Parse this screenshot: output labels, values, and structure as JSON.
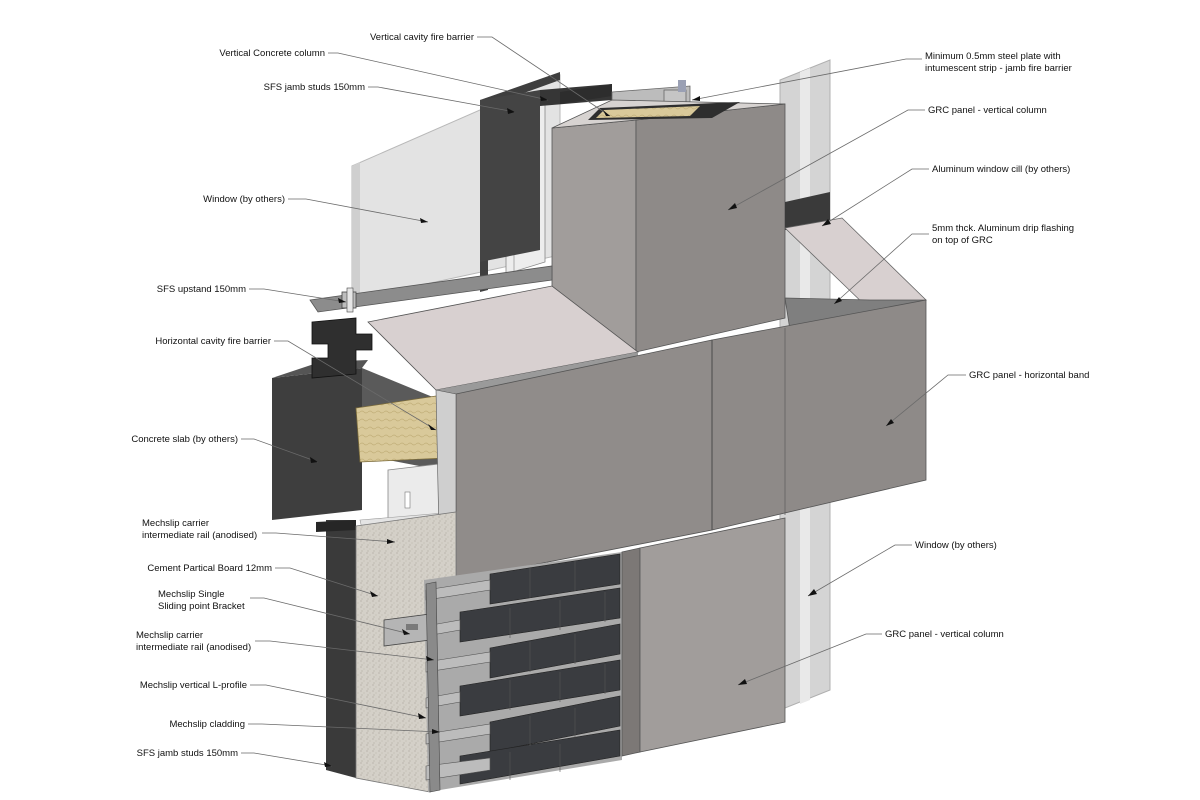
{
  "diagram": {
    "labels": {
      "vertical_cavity_fire_barrier": "Vertical cavity fire barrier",
      "vertical_concrete_column": "Vertical Concrete column",
      "sfs_jamb_studs_top": "SFS jamb studs 150mm",
      "window_left": "Window (by others)",
      "sfs_upstand": "SFS upstand 150mm",
      "horizontal_cavity_fire_barrier": "Horizontal cavity fire barrier",
      "concrete_slab": "Concrete slab (by others)",
      "mechslip_carrier_rail_top": [
        "Mechslip carrier",
        "intermediate rail (anodised)"
      ],
      "cement_particle_board": "Cement Partical Board 12mm",
      "mechslip_single_bracket": [
        "Mechslip Single",
        "Sliding point Bracket"
      ],
      "mechslip_carrier_rail_bottom": [
        "Mechslip carrier",
        "intermediate rail (anodised)"
      ],
      "mechslip_vertical_l_profile": "Mechslip vertical L-profile",
      "mechslip_cladding": "Mechslip cladding",
      "sfs_jamb_studs_bottom": "SFS jamb studs 150mm",
      "steel_plate": [
        "Minimum 0.5mm steel plate with",
        "intumescent strip - jamb fire barrier"
      ],
      "grc_vertical_column_top": "GRC panel - vertical column",
      "aluminium_window_cill": "Aluminum window cill (by others)",
      "drip_flashing": [
        "5mm thck. Aluminum drip flashing",
        "on top of GRC"
      ],
      "grc_horizontal_band": "GRC panel - horizontal band",
      "window_right": "Window (by others)",
      "grc_vertical_column_bottom": "GRC panel - vertical column"
    },
    "colors": {
      "grc_panel": "#9c9896",
      "grc_top": "#d6cccc",
      "concrete_dark": "#4a4a4a",
      "insulation": "#d9c99a",
      "brick": "#3b3d40",
      "glass": "#dcdcdc",
      "cement_board": "#d4d0c8",
      "steel": "#a8a8a8"
    }
  }
}
